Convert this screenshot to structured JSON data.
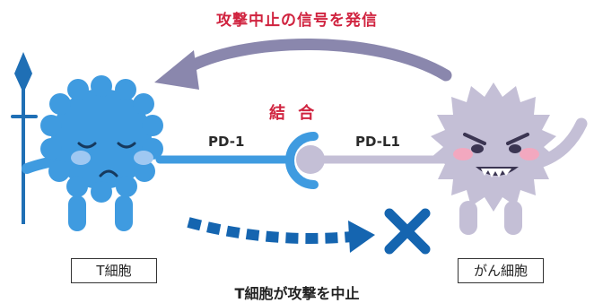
{
  "header": {
    "signal_text": "攻撃中止の信号を発信"
  },
  "binding_label": "結 合",
  "receptors": {
    "left": "PD-1",
    "right": "PD-L1"
  },
  "cells": {
    "t_cell": "T細胞",
    "cancer_cell": "がん細胞"
  },
  "caption": "T細胞が攻撃を中止",
  "colors": {
    "accent_red": "#d0233f",
    "t_cell_blue": "#3f9be0",
    "t_cell_dark": "#1f6fb5",
    "cancer_gray": "#c4bfd6",
    "cancer_dark": "#9f99b3",
    "arrow_purple": "#8a87ad",
    "dash_blue": "#1565b0"
  },
  "icons": [
    "spear-icon",
    "t-cell-icon",
    "cancer-cell-icon",
    "receptor-socket-icon",
    "signal-arrow-icon",
    "dashed-arrow-icon",
    "cross-mark-icon"
  ]
}
